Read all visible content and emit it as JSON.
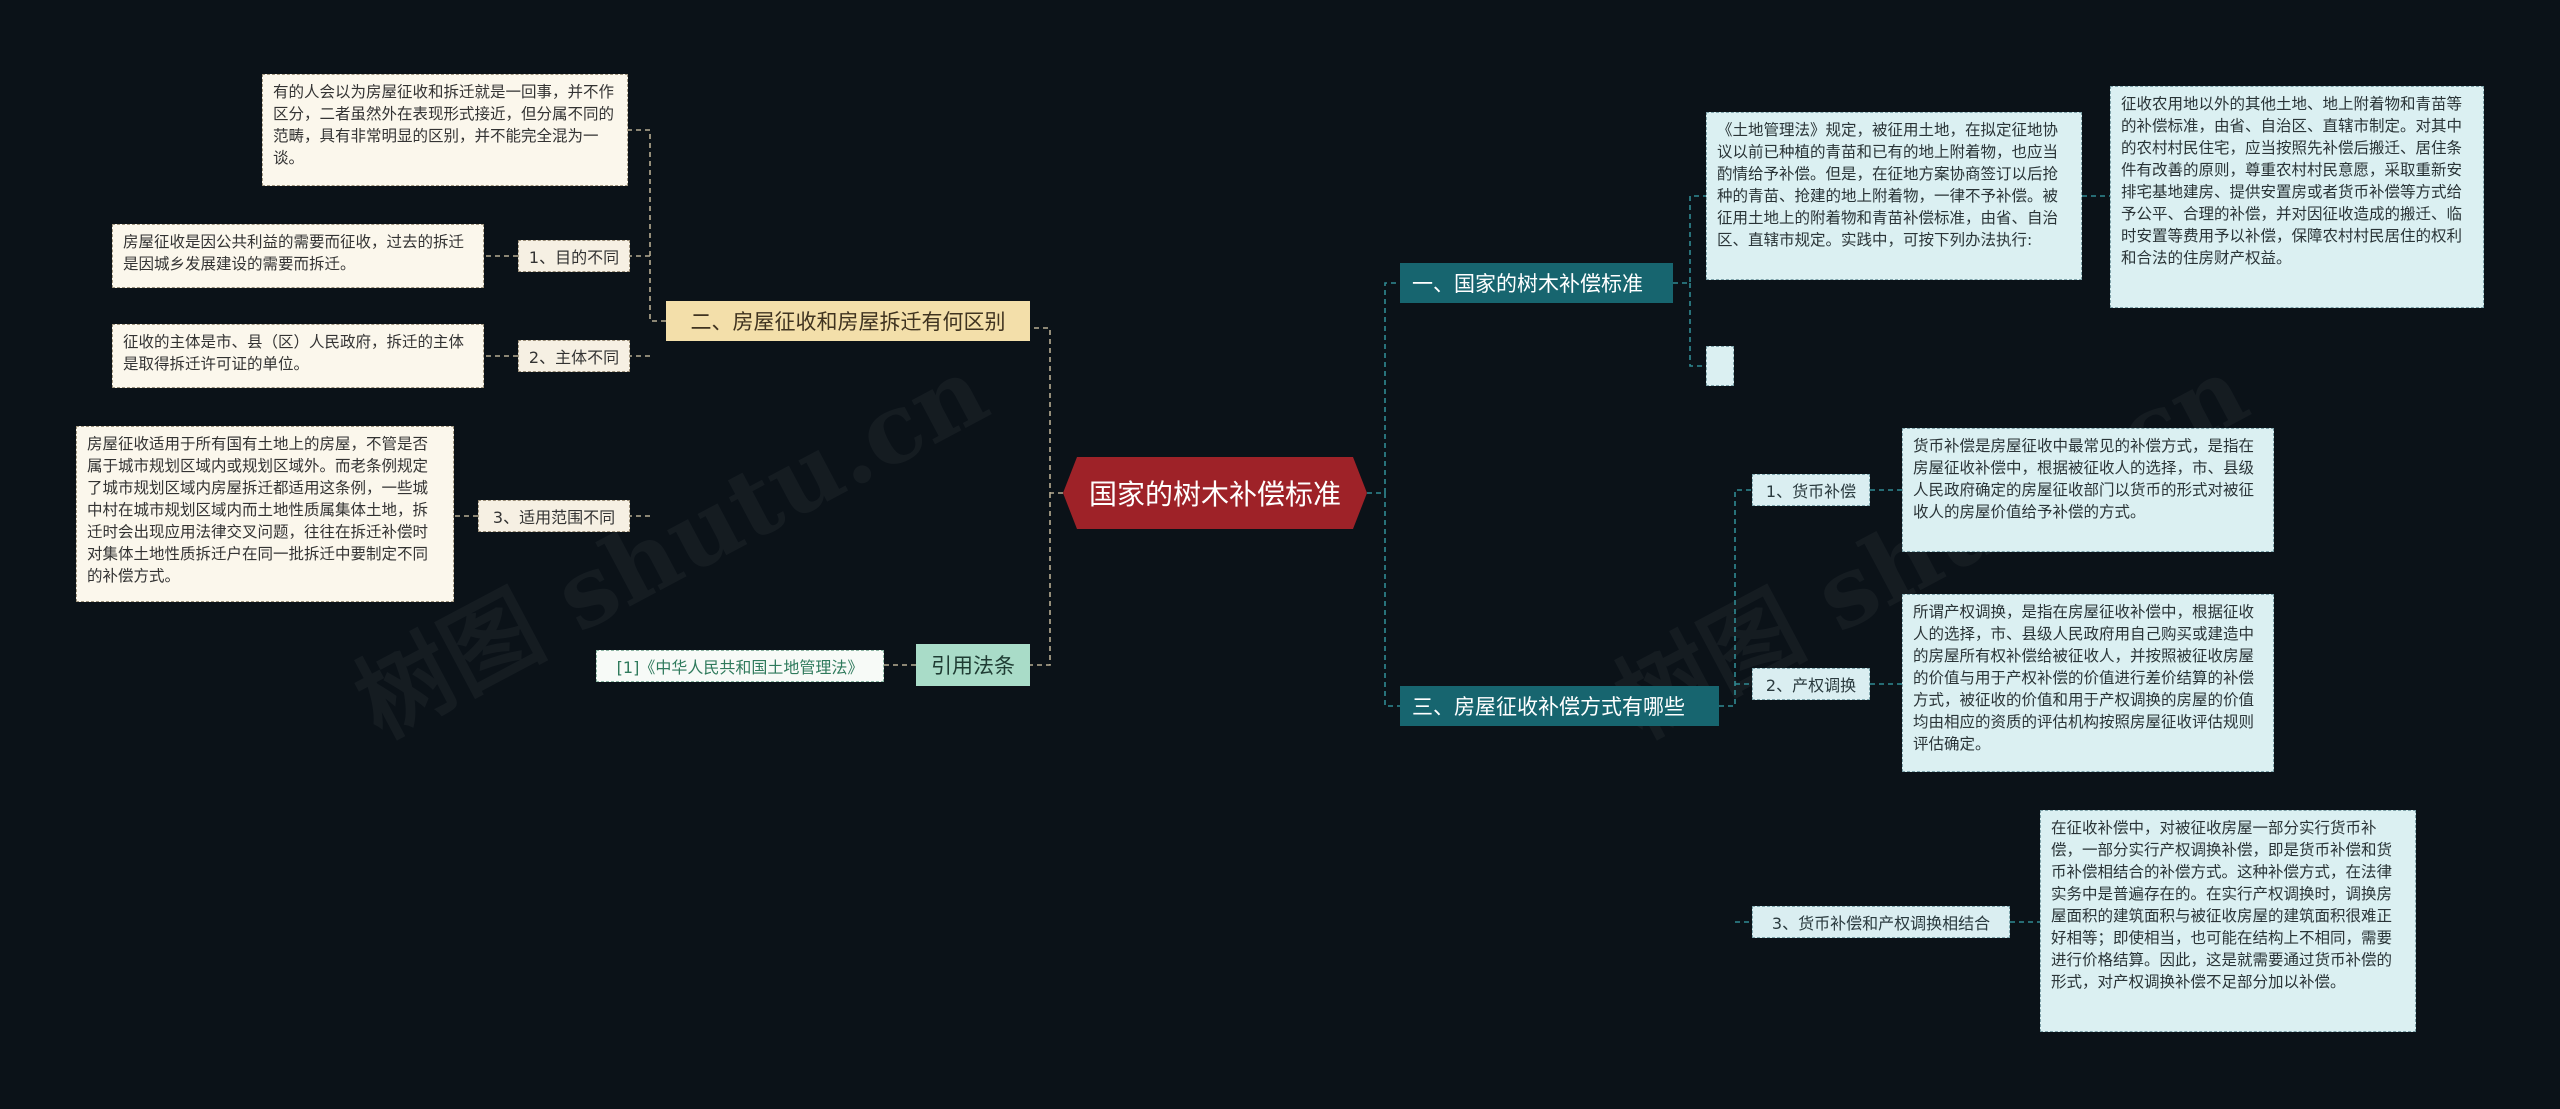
{
  "root": {
    "label": "国家的树木补偿标准"
  },
  "watermark": "树图 shutu.cn",
  "right": {
    "branch1": {
      "label": "一、国家的树木补偿标准",
      "leaf1": "《土地管理法》规定，被征用土地，在拟定征地协议以前已种植的青苗和已有的地上附着物，也应当酌情给予补偿。但是，在征地方案协商签订以后抢种的青苗、抢建的地上附着物，一律不予补偿。被征用土地上的附着物和青苗补偿标准，由省、自治区、直辖市规定。实践中，可按下列办法执行:",
      "leaf2": "征收农用地以外的其他土地、地上附着物和青苗等的补偿标准，由省、自治区、直辖市制定。对其中的农村村民住宅，应当按照先补偿后搬迁、居住条件有改善的原则，尊重农村村民意愿，采取重新安排宅基地建房、提供安置房或者货币补偿等方式给予公平、合理的补偿，并对因征收造成的搬迁、临时安置等费用予以补偿，保障农村村民居住的权利和合法的住房财产权益。",
      "leaf3": ""
    },
    "branch3": {
      "label": "三、房屋征收补偿方式有哪些",
      "items": [
        {
          "label": "1、货币补偿",
          "detail": "货币补偿是房屋征收中最常见的补偿方式，是指在房屋征收补偿中，根据被征收人的选择，市、县级人民政府确定的房屋征收部门以货币的形式对被征收人的房屋价值给予补偿的方式。"
        },
        {
          "label": "2、产权调换",
          "detail": "所谓产权调换，是指在房屋征收补偿中，根据征收人的选择，市、县级人民政府用自己购买或建造中的房屋所有权补偿给被征收人，并按照被征收房屋的价值与用于产权补偿的价值进行差价结算的补偿方式，被征收的价值和用于产权调换的房屋的价值均由相应的资质的评估机构按照房屋征收评估规则评估确定。"
        },
        {
          "label": "3、货币补偿和产权调换相结合",
          "detail": "在征收补偿中，对被征收房屋一部分实行货币补偿，一部分实行产权调换补偿，即是货币补偿和货币补偿相结合的补偿方式。这种补偿方式，在法律实务中是普遍存在的。在实行产权调换时，调换房屋面积的建筑面积与被征收房屋的建筑面积很难正好相等；即使相当，也可能在结构上不相同，需要进行价格结算。因此，这是就需要通过货币补偿的形式，对产权调换补偿不足部分加以补偿。"
        }
      ]
    }
  },
  "left": {
    "branch2": {
      "label": "二、房屋征收和房屋拆迁有何区别",
      "intro": "有的人会以为房屋征收和拆迁就是一回事，并不作区分，二者虽然外在表现形式接近，但分属不同的范畴，具有非常明显的区别，并不能完全混为一谈。",
      "items": [
        {
          "label": "1、目的不同",
          "detail": "房屋征收是因公共利益的需要而征收，过去的拆迁是因城乡发展建设的需要而拆迁。"
        },
        {
          "label": "2、主体不同",
          "detail": "征收的主体是市、县（区）人民政府，拆迁的主体是取得拆迁许可证的单位。"
        },
        {
          "label": "3、适用范围不同",
          "detail": "房屋征收适用于所有国有土地上的房屋，不管是否属于城市规划区域内或规划区域外。而老条例规定了城市规划区域内房屋拆迁都适用这条例，一些城中村在城市规划区域内而土地性质属集体土地，拆迁时会出现应用法律交叉问题，往往在拆迁补偿时对集体土地性质拆迁户在同一批拆迁中要制定不同的补偿方式。"
        }
      ]
    },
    "branch4": {
      "label": "引用法条",
      "ref": "[1]《中华人民共和国土地管理法》"
    }
  },
  "colors": {
    "background": "#0b1218",
    "root": "#9e2228",
    "branch_right": "#17656f",
    "branch_left_tan": "#f3dfaa",
    "branch_left_teal": "#a9dcc8",
    "connector_left": "#b8ad92",
    "connector_right": "#2f8a93"
  }
}
